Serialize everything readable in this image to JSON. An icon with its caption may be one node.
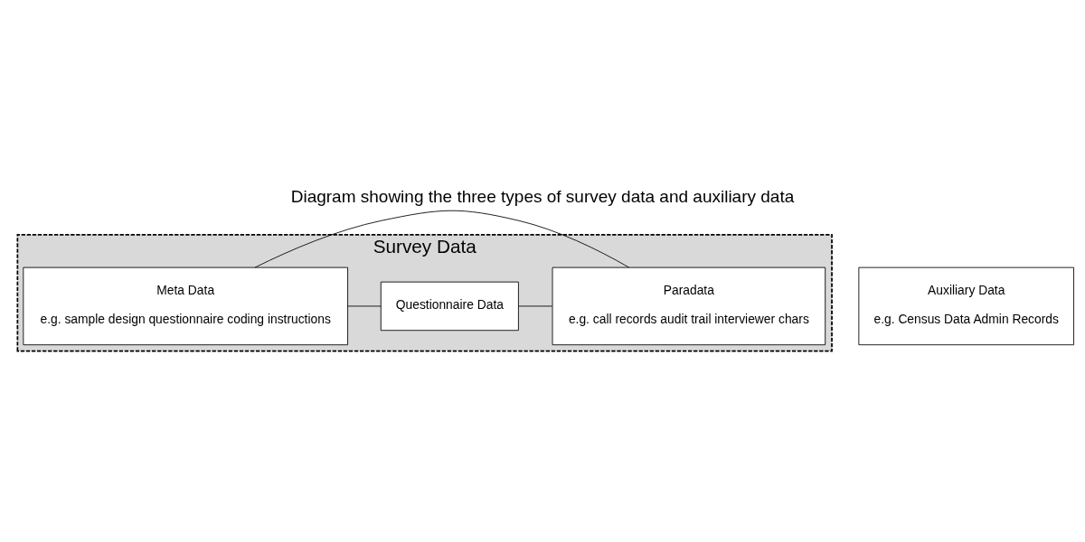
{
  "diagram": {
    "title": "Diagram showing the three types of survey data and auxiliary data",
    "nodes": [
      {
        "text": [
          "Survey Data"
        ]
      },
      {
        "text": [
          "Meta Data",
          "e.g. sample design questionnaire coding instructions"
        ],
        "in": 0
      },
      {
        "text": [
          "Questionnaire Data"
        ],
        "in": 0
      },
      {
        "text": [
          "Paradata",
          "e.g. call records audit trail interviewer chars"
        ],
        "in": 0
      },
      {
        "text": [
          "Auxiliary Data",
          "e.g. Census Data Admin Records"
        ]
      }
    ],
    "edges": [
      {
        "from": 1,
        "to": 2,
        "arrow": "none"
      },
      {
        "from": 2,
        "to": 3,
        "arrow": "none"
      },
      {
        "from": 1,
        "to": 3,
        "arrow": "none"
      }
    ]
  }
}
